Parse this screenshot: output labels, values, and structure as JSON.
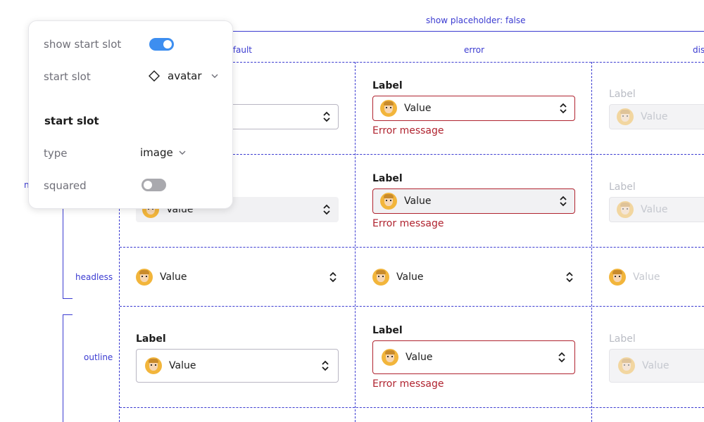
{
  "header": {
    "title": "show placeholder: false"
  },
  "columns": {
    "default": "default",
    "error": "error",
    "disabled": "disabled"
  },
  "rows": {
    "filled_partial": "n",
    "headless": "headless",
    "outline": "outline"
  },
  "field": {
    "label": "Label",
    "value": "Value",
    "error_message": "Error message"
  },
  "panel": {
    "show_start_slot_label": "show start slot",
    "show_start_slot_on": true,
    "start_slot_label": "start slot",
    "start_slot_value": "avatar",
    "section_title": "start slot",
    "type_label": "type",
    "type_value": "image",
    "squared_label": "squared",
    "squared_on": false
  },
  "icons": [
    "diamond-icon",
    "chevron-down-icon",
    "select-arrows-icon",
    "avatar-icon"
  ],
  "colors": {
    "accent": "#3b3bd1",
    "error": "#b0232f",
    "toggle_on": "#3d8ef0"
  }
}
